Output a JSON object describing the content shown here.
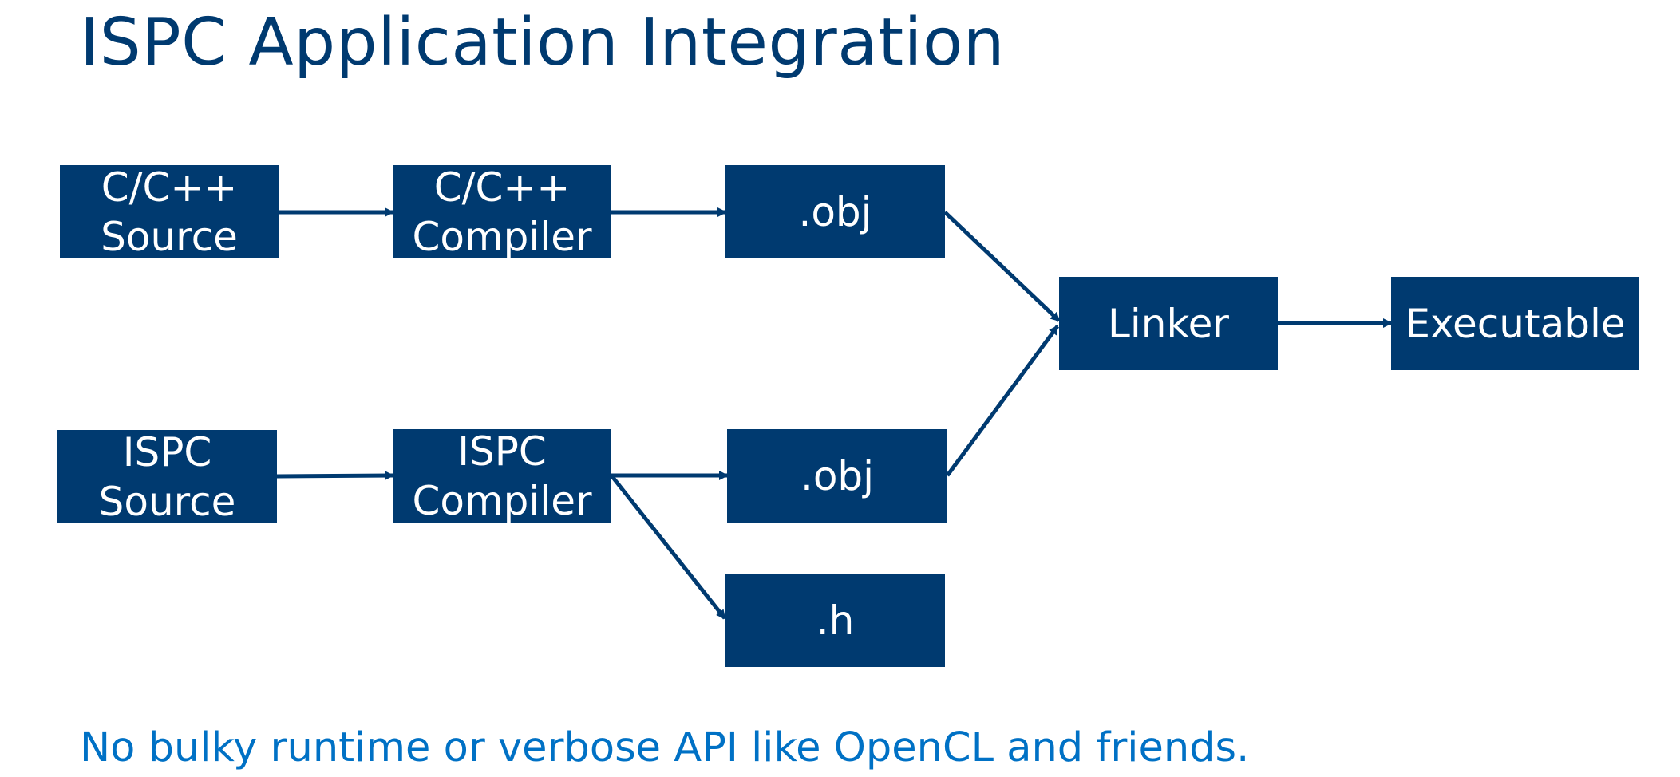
{
  "title": "ISPC Application Integration",
  "footnote": "No bulky runtime or verbose API like OpenCL and friends.",
  "colors": {
    "node_fill": "#003a70",
    "node_text": "#ffffff",
    "title": "#003a70",
    "footnote": "#0071c5",
    "edge": "#003a70"
  },
  "nodes": {
    "cpp_source": {
      "line1": "C/C++",
      "line2": "Source"
    },
    "cpp_compiler": {
      "line1": "C/C++",
      "line2": "Compiler"
    },
    "obj_top": {
      "label": ".obj"
    },
    "ispc_source": {
      "line1": "ISPC",
      "line2": "Source"
    },
    "ispc_compiler": {
      "line1": "ISPC",
      "line2": "Compiler"
    },
    "obj_bottom": {
      "label": ".obj"
    },
    "header": {
      "label": ".h"
    },
    "linker": {
      "label": "Linker"
    },
    "executable": {
      "label": "Executable"
    }
  },
  "edges": [
    {
      "from": "C/C++ Source",
      "to": "C/C++ Compiler"
    },
    {
      "from": "C/C++ Compiler",
      "to": ".obj"
    },
    {
      "from": ".obj",
      "to": "Linker"
    },
    {
      "from": "ISPC Source",
      "to": "ISPC Compiler"
    },
    {
      "from": "ISPC Compiler",
      "to": ".obj"
    },
    {
      "from": "ISPC Compiler",
      "to": ".h"
    },
    {
      "from": ".obj",
      "to": "Linker"
    },
    {
      "from": "Linker",
      "to": "Executable"
    }
  ]
}
